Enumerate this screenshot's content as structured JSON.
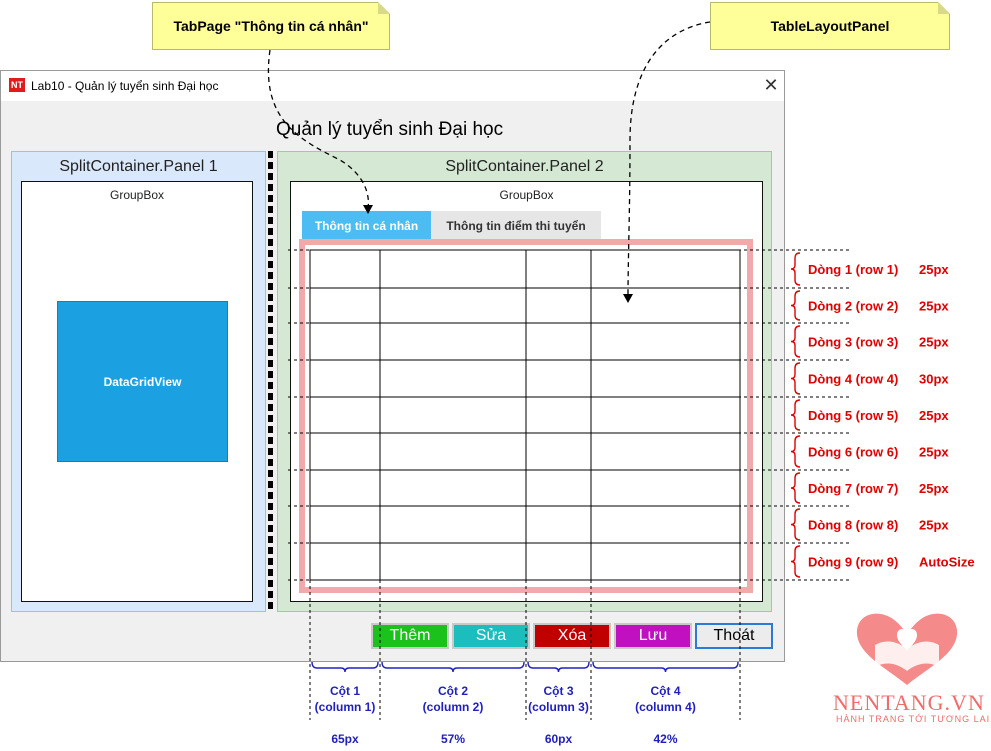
{
  "notes": {
    "tabpage": "TabPage \"Thông tin cá nhân\"",
    "tablelayout": "TableLayoutPanel"
  },
  "window": {
    "icon_text": "NT",
    "title": "Lab10 - Quản lý tuyển sinh Đại học",
    "close_glyph": "✕",
    "heading": "Quản lý tuyển sinh Đại học"
  },
  "panel1": {
    "title": "SplitContainer.Panel 1",
    "groupbox": "GroupBox",
    "datagrid": "DataGridView"
  },
  "panel2": {
    "title": "SplitContainer.Panel 2",
    "groupbox": "GroupBox",
    "tabs": [
      {
        "label": "Thông tin cá nhân",
        "active": true
      },
      {
        "label": "Thông tin điểm thi tuyển",
        "active": false
      }
    ]
  },
  "buttons": [
    {
      "label": "Thêm",
      "color": "#1cc21c"
    },
    {
      "label": "Sửa",
      "color": "#1cbdbd"
    },
    {
      "label": "Xóa",
      "color": "#c00000"
    },
    {
      "label": "Lưu",
      "color": "#c010c0"
    },
    {
      "label": "Thoát",
      "color": "#ececec"
    }
  ],
  "rows": [
    {
      "label": "Dòng 1 (row 1)",
      "size": "25px"
    },
    {
      "label": "Dòng 2 (row 2)",
      "size": "25px"
    },
    {
      "label": "Dòng 3 (row 3)",
      "size": "25px"
    },
    {
      "label": "Dòng 4 (row 4)",
      "size": "30px"
    },
    {
      "label": "Dòng 5 (row 5)",
      "size": "25px"
    },
    {
      "label": "Dòng 6 (row 6)",
      "size": "25px"
    },
    {
      "label": "Dòng 7 (row 7)",
      "size": "25px"
    },
    {
      "label": "Dòng 8 (row 8)",
      "size": "25px"
    },
    {
      "label": "Dòng 9 (row 9)",
      "size": "AutoSize"
    }
  ],
  "columns": [
    {
      "name": "Cột 1",
      "sub": "(column 1)",
      "size": "65px"
    },
    {
      "name": "Cột 2",
      "sub": "(column 2)",
      "size": "57%"
    },
    {
      "name": "Cột 3",
      "sub": "(column 3)",
      "size": "60px"
    },
    {
      "name": "Cột 4",
      "sub": "(column 4)",
      "size": "42%"
    }
  ],
  "logo": {
    "name": "NENTANG.VN",
    "tagline": "HÀNH TRANG TỚI TƯƠNG LAI"
  }
}
